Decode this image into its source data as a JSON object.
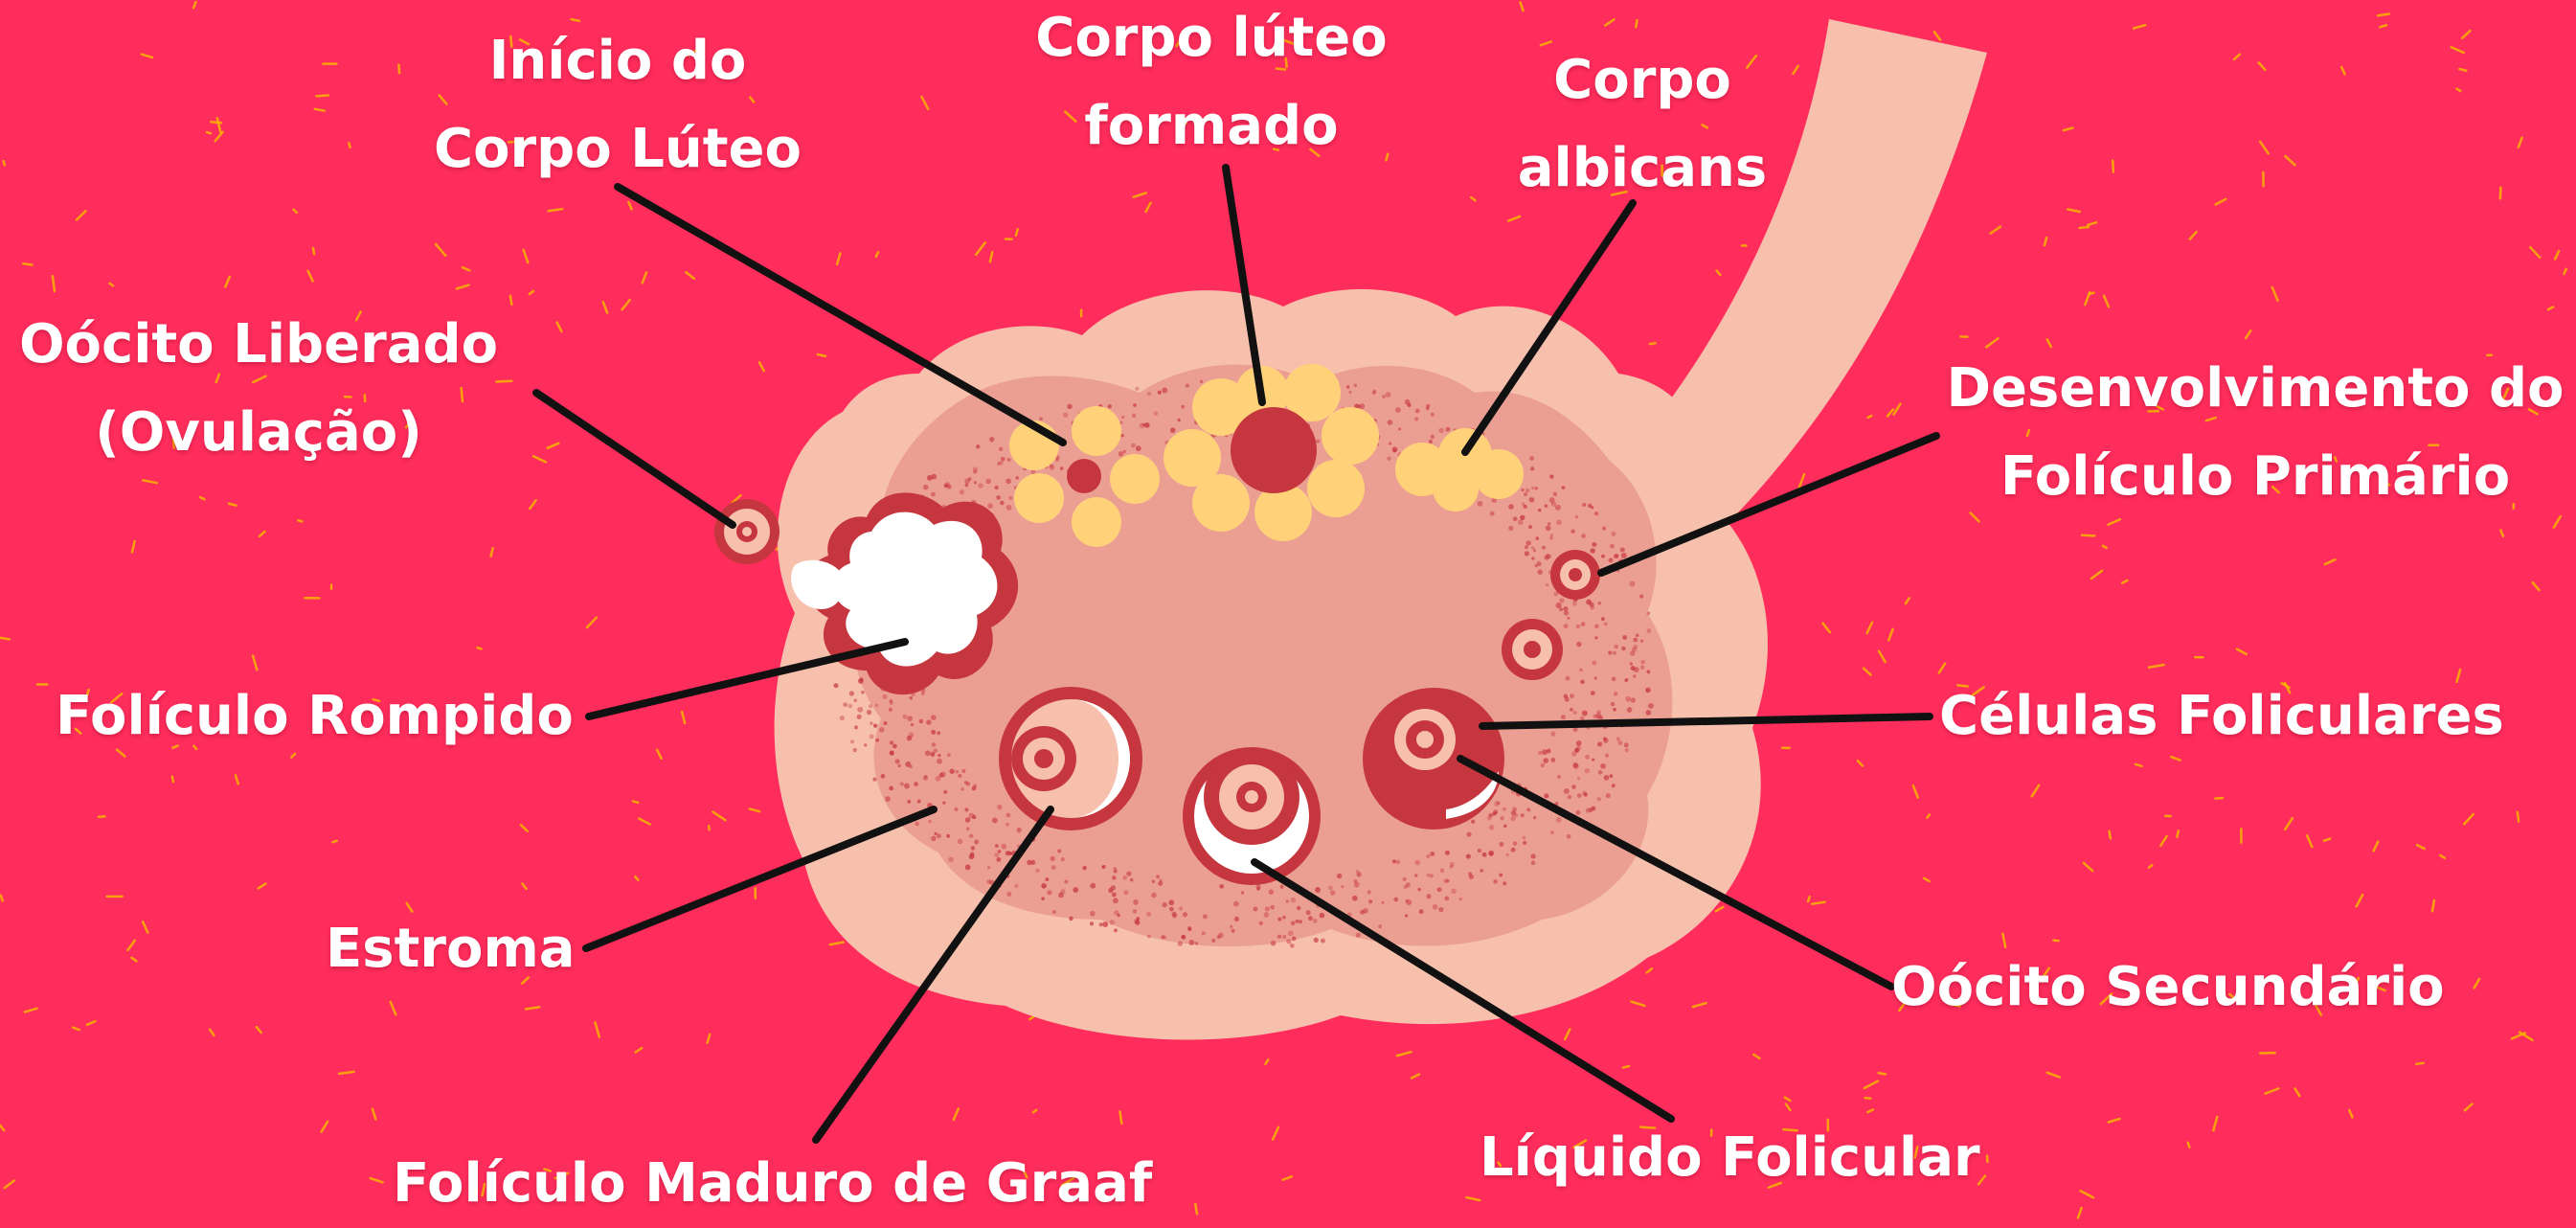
{
  "colors": {
    "background": "#ff2d5c",
    "speckle": "#f7b500",
    "ovary_outer": "#f6c0ac",
    "ovary_inner": "#eb9f92",
    "follicle_red": "#c6363e",
    "corpus_yellow": "#ffd27a",
    "leader_line": "#111111",
    "label_text": "#ffffff"
  },
  "labels": {
    "inicio_corpo_luteo": [
      "Início do",
      "Corpo Lúteo"
    ],
    "corpo_luteo_formado": [
      "Corpo lúteo",
      "formado"
    ],
    "corpo_albicans": [
      "Corpo",
      "albicans"
    ],
    "oocito_liberado": [
      "Oócito Liberado",
      "(Ovulação)"
    ],
    "desenvolvimento_foliculo_primario": [
      "Desenvolvimento do",
      "Folículo Primário"
    ],
    "foliculo_rompido": "Folículo Rompido",
    "celulas_foliculares": "Células Foliculares",
    "estroma": "Estroma",
    "oocito_secundario": "Oócito Secundário",
    "foliculo_maduro_graaf": "Folículo Maduro de Graaf",
    "liquido_folicular": "Líquido Folicular"
  }
}
